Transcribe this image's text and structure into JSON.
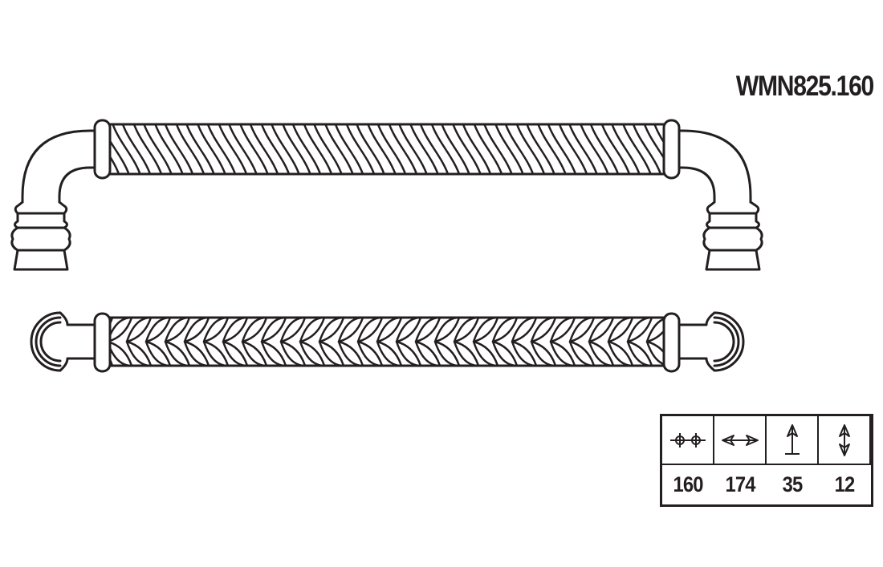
{
  "product_code": "WMN825.160",
  "line_color": "#231f20",
  "views": [
    "side-view",
    "top-view"
  ],
  "dimensions": [
    {
      "icon": "hole-spacing-icon",
      "value": "160"
    },
    {
      "icon": "overall-length-icon",
      "value": "174"
    },
    {
      "icon": "projection-height-icon",
      "value": "35"
    },
    {
      "icon": "bar-diameter-icon",
      "value": "12"
    }
  ]
}
